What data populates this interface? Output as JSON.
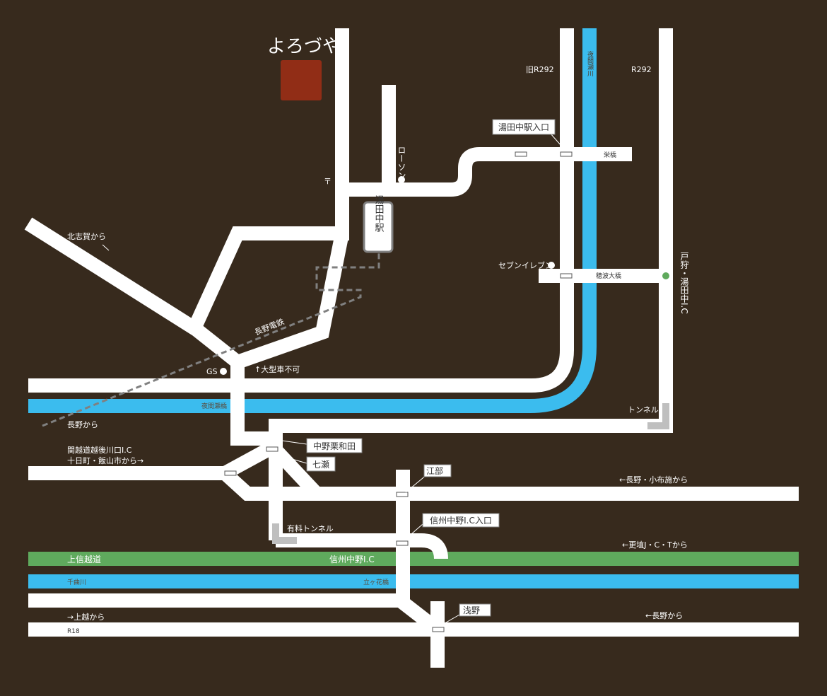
{
  "title": "よろづや",
  "colors": {
    "background": "#372a1d",
    "road": "#ffffff",
    "river": "#3bbcee",
    "expressway": "#5faa5d",
    "destination": "#912d16",
    "ic_dot": "#5faa5d",
    "tunnel": "#bfbfbf",
    "railway": "#808080"
  },
  "station": "湯田中駅",
  "labels": {
    "old_r292": "旧R292",
    "r292": "R292",
    "yomase_river_v": "夜間瀬川",
    "yudanaka_eki_iriguchi": "湯田中駅入口",
    "sakae_bashi": "栄橋",
    "lawson": "ローソン",
    "post_office": "〒",
    "kitashiga": "北志賀から",
    "seven_eleven": "セブンイレブン",
    "hoha_ohashi": "穂波大橋",
    "ic_togari": "戸狩・湯田中I.C",
    "nagano_dentetsu": "長野電鉄",
    "gs": "GS",
    "ogata_fuka": "↑大型車不可",
    "yomase_bashi": "夜間瀬橋",
    "tunnel": "トンネル",
    "nagano_kara_w": "長野から",
    "nakano_kuriwada": "中野栗和田",
    "nanase": "七瀬",
    "kanetsu_1": "関越道越後川口I.C",
    "kanetsu_2": "十日町・飯山市から→",
    "ebe": "江部",
    "obuse": "←長野・小布施から",
    "yuryo_tunnel": "有料トンネル",
    "shinshu_nakano_iriguchi": "信州中野I.C入口",
    "koshoku": "←更埴J・C・Tから",
    "joshinetsu": "上信越道",
    "shinshu_nakano_ic": "信州中野I.C",
    "chikuma_river": "千曲川",
    "tategahana_bashi": "立ヶ花橋",
    "asano": "浅野",
    "joetsu": "→上越から",
    "r18": "R18",
    "nagano_kara_e": "←長野から"
  }
}
